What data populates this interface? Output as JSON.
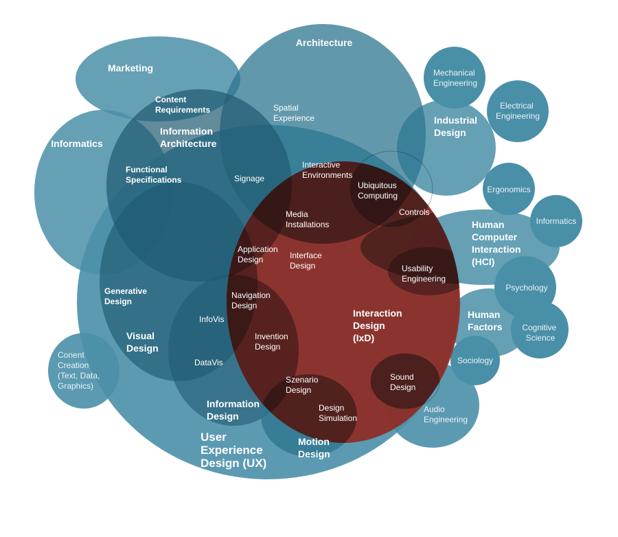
{
  "colors": {
    "teal": "#4a8fa8",
    "dark_teal": "#1f5a72",
    "deep": "#0d3a4c",
    "red": "#8f2b24",
    "text_on_teal": "#ffffff",
    "text_on_light": "#e8f3f7"
  },
  "labels": {
    "architecture": "Architecture",
    "marketing": "Marketing",
    "mechanical_engineering": [
      "Mechanical",
      "Engineering"
    ],
    "electrical_engineering": [
      "Electrical",
      "Engineering"
    ],
    "industrial_design": [
      "Industrial",
      "Design"
    ],
    "content_requirements": [
      "Content",
      "Requirements"
    ],
    "spatial_experience": [
      "Spatial",
      "Experience"
    ],
    "information_architecture": [
      "Information",
      "Architecture"
    ],
    "informatics_left": "Informatics",
    "functional_specifications": [
      "Functional",
      "Specifications"
    ],
    "signage": "Signage",
    "interactive_environments": [
      "Interactive",
      "Environments"
    ],
    "ubiquitous_computing": [
      "Ubiquitous",
      "Computing"
    ],
    "ergonomics": "Ergonomics",
    "informatics_right": "Informatics",
    "media_installations": [
      "Media",
      "Installations"
    ],
    "controls": "Controls",
    "hci": [
      "Human",
      "Computer",
      "Interaction",
      "(HCI)"
    ],
    "application_design": [
      "Application",
      "Design"
    ],
    "interface_design": [
      "Interface",
      "Design"
    ],
    "usability_engineering": [
      "Usability",
      "Engineering"
    ],
    "psychology": "Psychology",
    "generative_design": [
      "Generative",
      "Design"
    ],
    "navigation_design": [
      "Navigation",
      "Design"
    ],
    "interaction_design": [
      "Interaction",
      "Design",
      "(IxD)"
    ],
    "human_factors": [
      "Human",
      "Factors"
    ],
    "cognitive_science": [
      "Cognitive",
      "Science"
    ],
    "infovis": "InfoVis",
    "visual_design": [
      "Visual",
      "Design"
    ],
    "invention_design": [
      "Invention",
      "Design"
    ],
    "sociology": "Sociology",
    "content_creation": [
      "Conent",
      "Creation",
      "(Text, Data,",
      "Graphics)"
    ],
    "datavis": "DataVis",
    "sound_design": [
      "Sound",
      "Design"
    ],
    "szenario_design": [
      "Szenario",
      "Design"
    ],
    "information_design": [
      "Information",
      "Design"
    ],
    "design_simulation": [
      "Design",
      "Simulation"
    ],
    "audio_engineering": [
      "Audio",
      "Engineering"
    ],
    "motion_design": [
      "Motion",
      "Design"
    ],
    "ux": [
      "User",
      "Experience",
      "Design (UX)"
    ]
  }
}
